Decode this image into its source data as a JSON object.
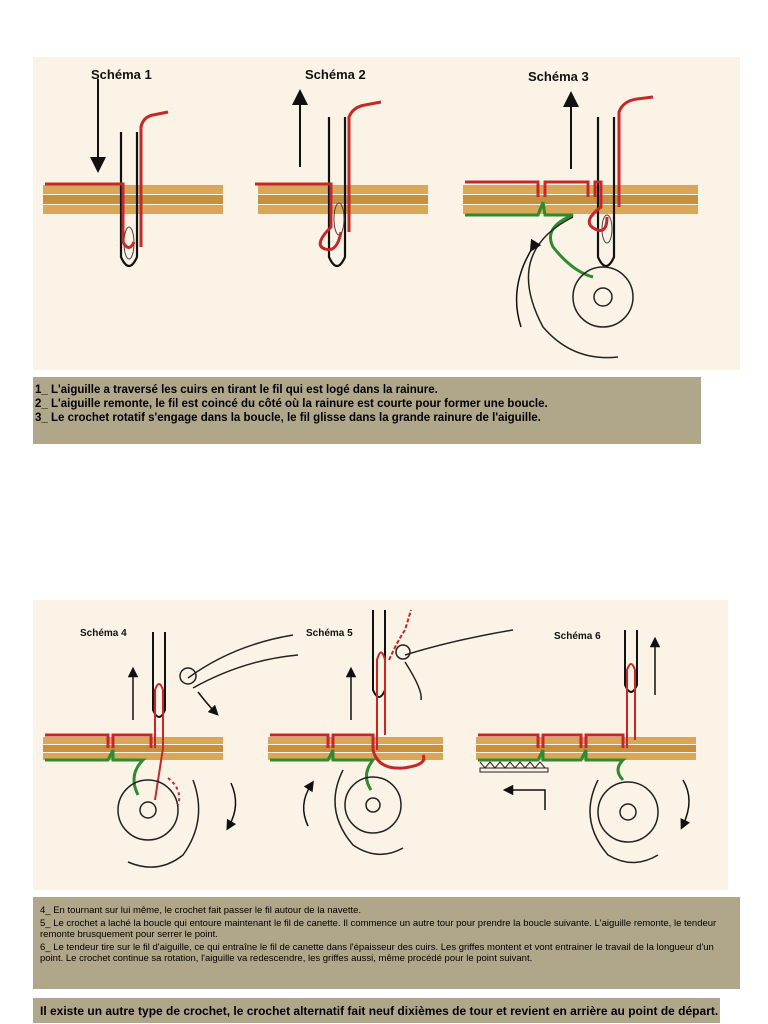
{
  "top_figure": {
    "labels": [
      "Schéma 1",
      "Schéma 2",
      "Schéma 3"
    ]
  },
  "top_caption": {
    "lines": [
      "1_  L'aiguille a traversé les cuirs en tirant le fil qui est logé dans la rainure.",
      "2_ L'aiguille remonte, le fil est coincé du côté où la rainure est courte pour former une boucle.",
      "3_ Le crochet rotatif s'engage dans la boucle, le fil glisse dans la grande rainure de l'aiguille."
    ]
  },
  "bottom_figure": {
    "labels": [
      "Schéma 4",
      "Schéma 5",
      "Schéma 6"
    ]
  },
  "bottom_caption": {
    "lines": [
      "4_ En tournant sur lui même, le crochet fait passer le fil autour de la navette.",
      "5_ Le crochet a laché la boucle qui entoure maintenant le fil de canette. Il commence un autre tour pour prendre la boucle suivante. L'aiguille remonte, le tendeur remonte brusquement pour serrer le point.",
      "6_ Le tendeur tire sur le fil d'aiguille, ce qui entraîne le fil de canette dans l'épaisseur des cuirs. Les griffes montent et vont entrainer le travail de la longueur d'un point. Le crochet continue sa rotation, l'aiguille va redescendre, les griffes aussi, même procédé pour le point suivant."
    ]
  },
  "final_note": "Il existe un autre type de crochet, le crochet alternatif  fait neuf dixièmes de tour et revient en arrière au point de départ.",
  "colors": {
    "needle_thread": "#c62828",
    "bobbin_thread": "#2e8b2e",
    "leather": "#d9a75a",
    "caption_bg": "#b0a68a",
    "panel_bg": "#fbf4e6"
  }
}
